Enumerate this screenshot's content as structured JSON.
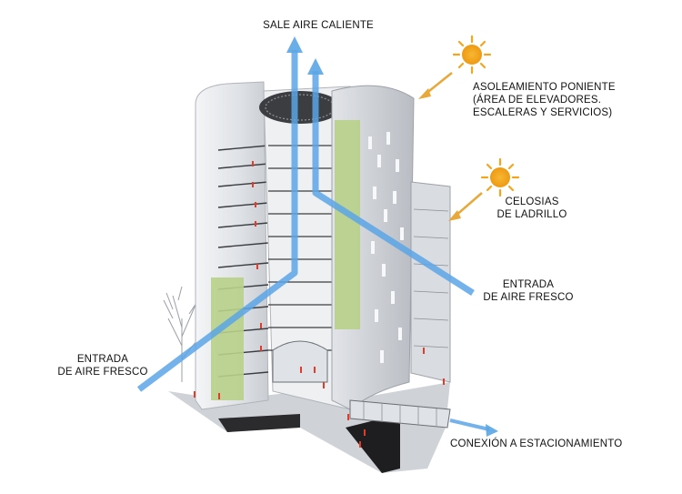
{
  "labels": {
    "hot_air_out": "SALE AIRE CALIENTE",
    "west_sun_line1": "ASOLEAMIENTO PONIENTE",
    "west_sun_line2": "(ÁREA DE ELEVADORES.",
    "west_sun_line3": "ESCALERAS Y SERVICIOS)",
    "brick_lattice_line1": "CELOSIAS",
    "brick_lattice_line2": "DE LADRILLO",
    "fresh_air_right_line1": "ENTRADA",
    "fresh_air_right_line2": "DE AIRE FRESCO",
    "fresh_air_left_line1": "ENTRADA",
    "fresh_air_left_line2": "DE AIRE FRESCO",
    "parking_connection": "CONEXIÓN A ESTACIONAMIENTO"
  },
  "icons": [
    "sun-icon",
    "sun-icon",
    "airflow-arrow-icon",
    "sun-ray-arrow-icon"
  ],
  "colors": {
    "airflow": "#5aa5e6",
    "sun": "#f2a51d",
    "sun_ray": "#e8a83a",
    "green_panel": "#b8d08a",
    "building": "#e7e9ec",
    "occupant_marker": "#e23b2b"
  }
}
